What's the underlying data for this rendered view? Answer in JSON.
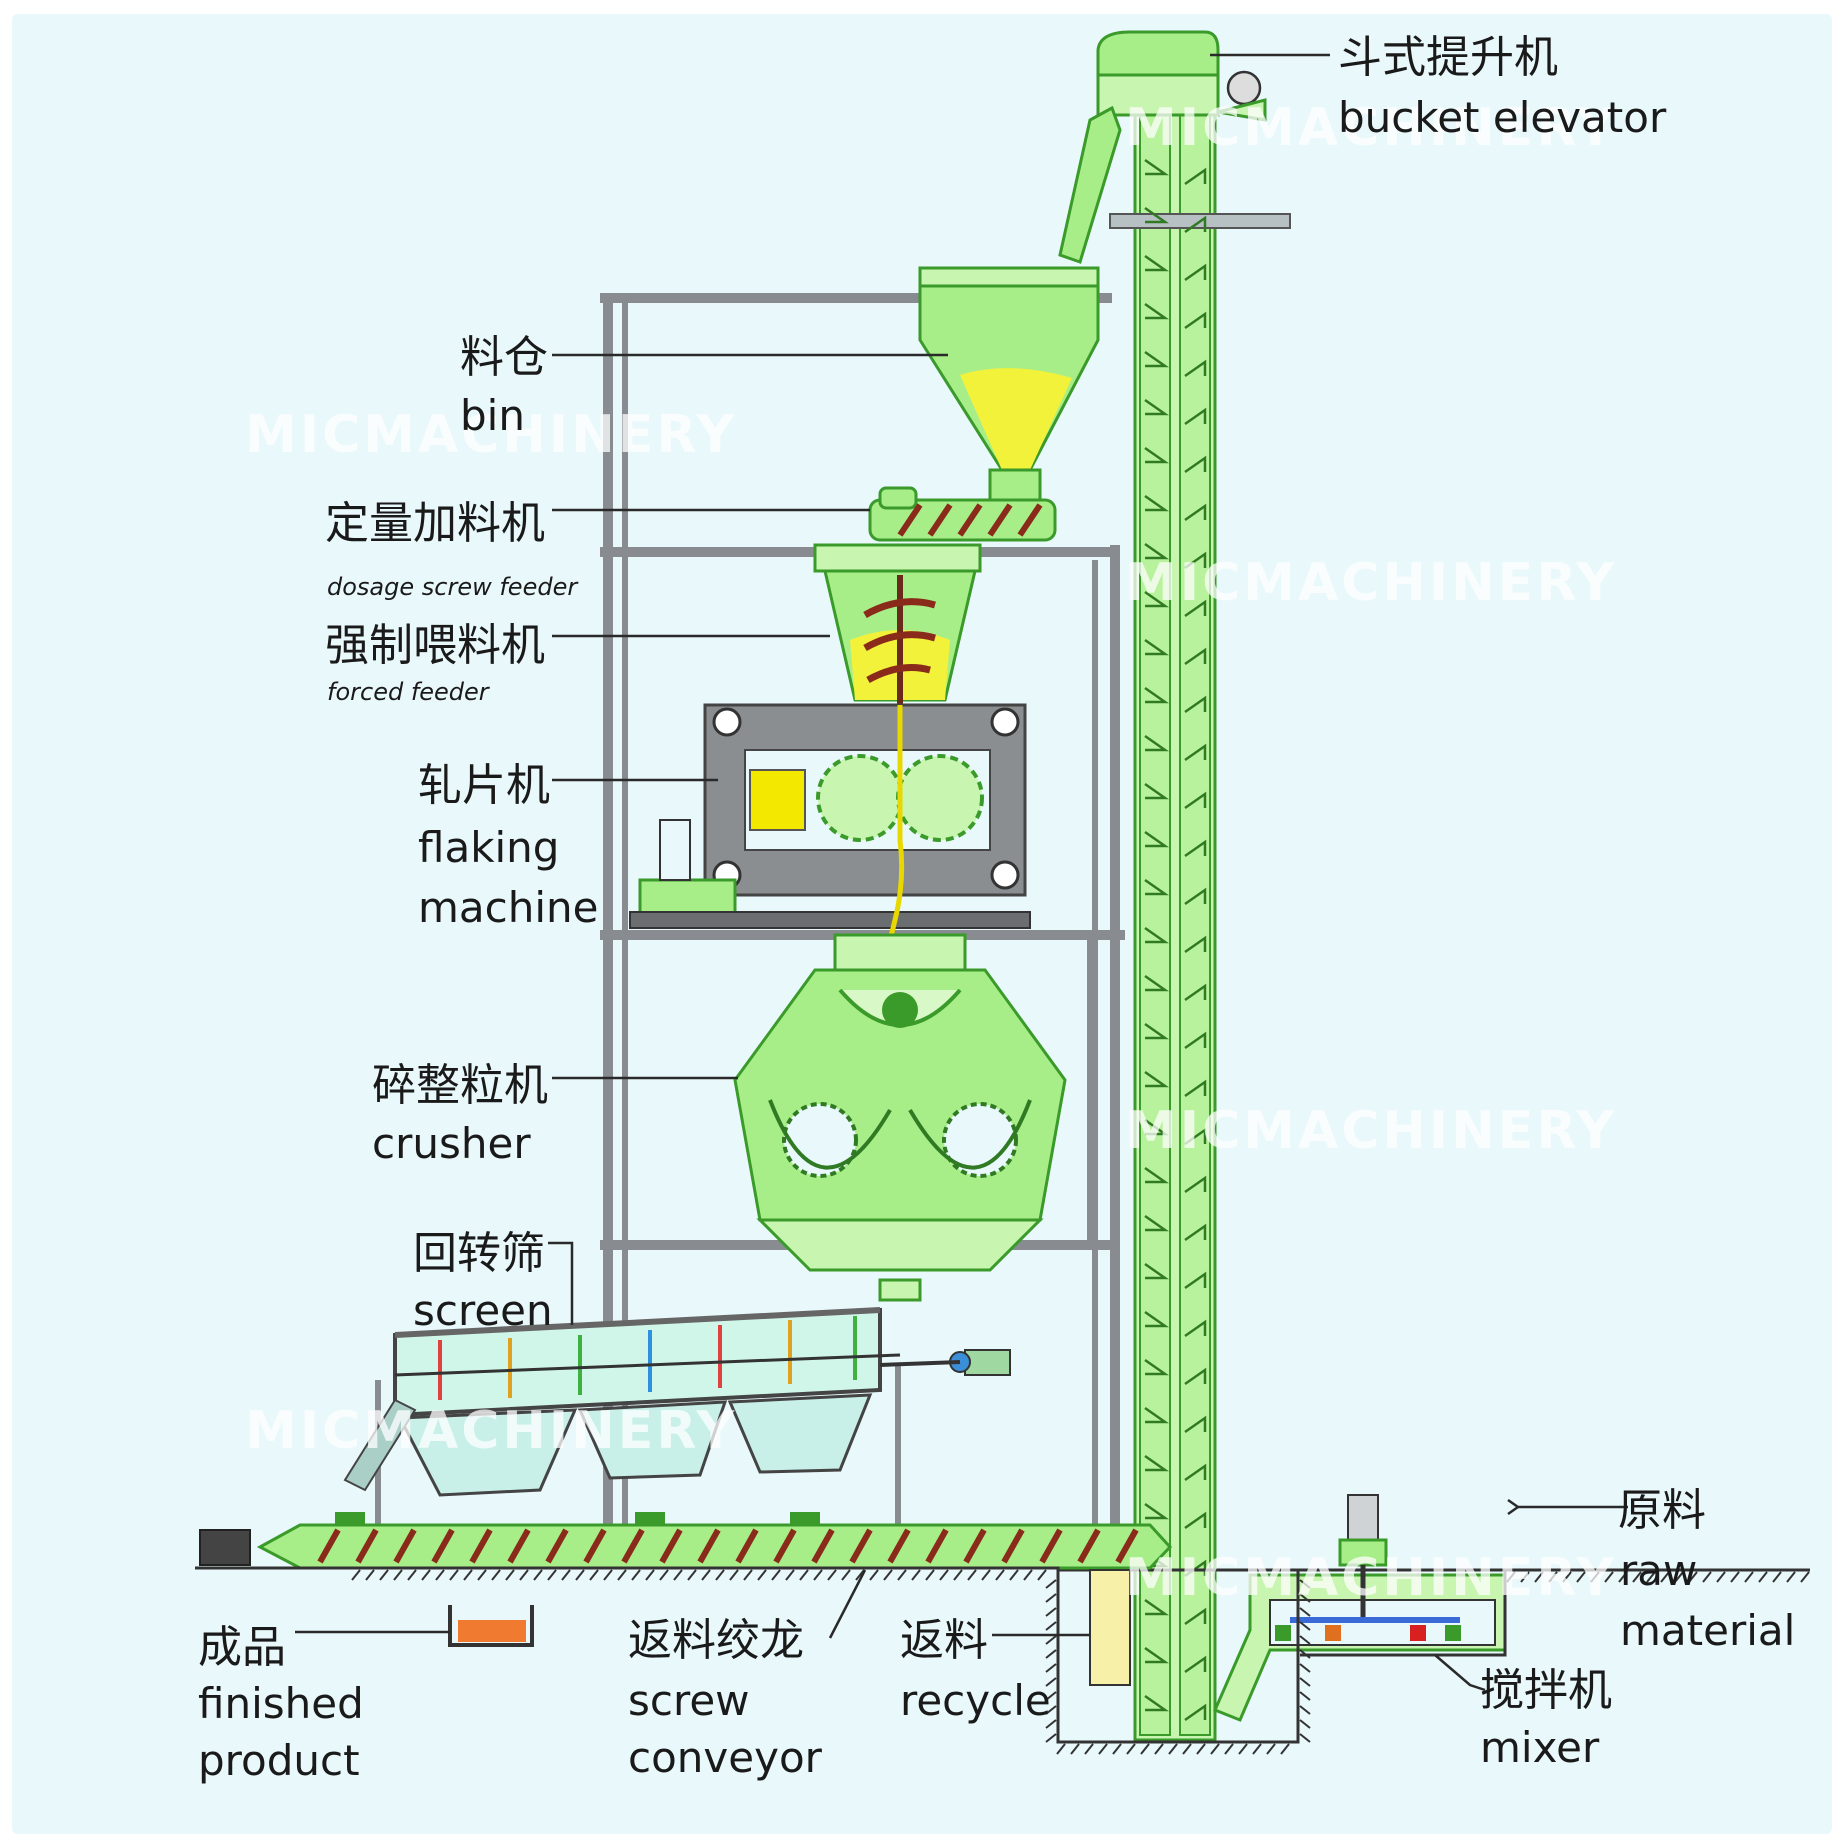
{
  "watermark": "MICMACHINERY",
  "colors": {
    "background": "#e8f8fb",
    "machine_green": "#a8ee88",
    "frame_gray": "#888c90",
    "material_yellow": "#f2f23a"
  },
  "labels": {
    "bucket_elevator": {
      "zh": "斗式提升机",
      "en": "bucket elevator"
    },
    "bin": {
      "zh": "料仓",
      "en": "bin"
    },
    "dosage_feeder": {
      "zh": "定量加料机",
      "en": "dosage screw feeder"
    },
    "forced_feeder": {
      "zh": "强制喂料机",
      "en": "forced feeder"
    },
    "flaking_machine": {
      "zh": "轧片机",
      "en1": "flaking",
      "en2": "machine"
    },
    "crusher": {
      "zh": "碎整粒机",
      "en": "crusher"
    },
    "screen": {
      "zh": "回转筛",
      "en": "screen"
    },
    "finished_product": {
      "zh": "成品",
      "en1": "finished",
      "en2": "product"
    },
    "screw_conveyor": {
      "zh": "返料绞龙",
      "en1": "screw",
      "en2": "conveyor"
    },
    "recycle": {
      "zh": "返料",
      "en": "recycle"
    },
    "raw_material": {
      "zh": "原料",
      "en1": "raw",
      "en2": "material"
    },
    "mixer": {
      "zh": "搅拌机",
      "en": "mixer"
    }
  }
}
